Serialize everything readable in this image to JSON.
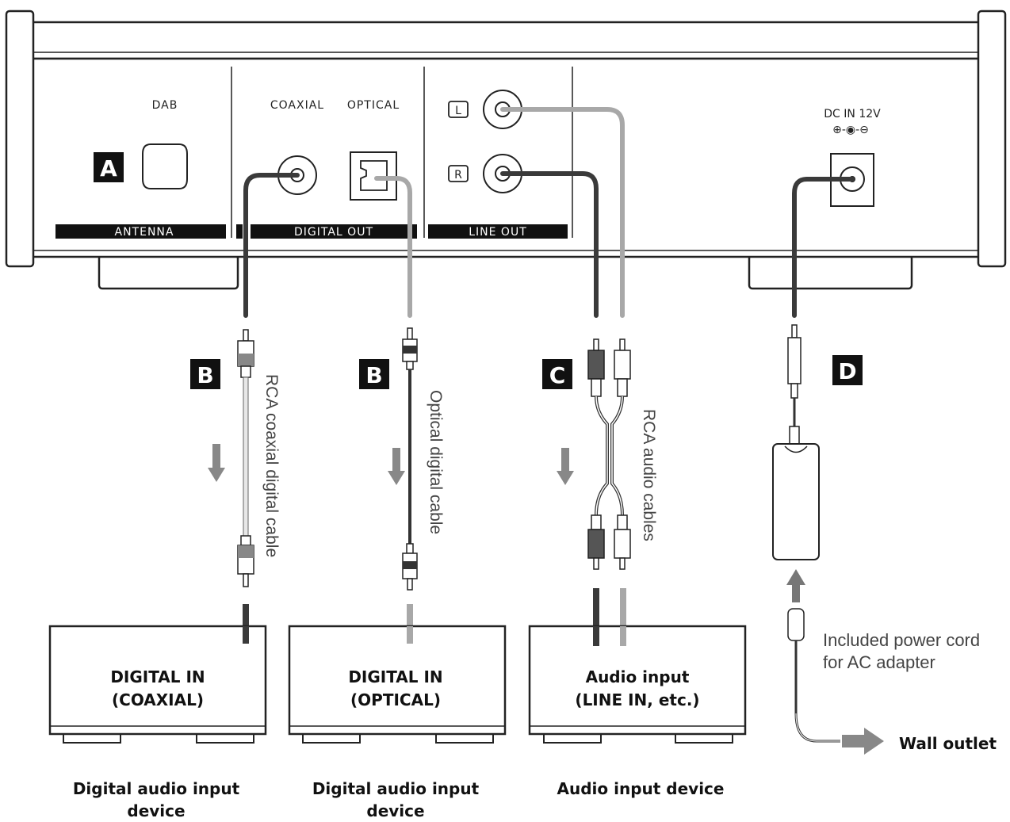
{
  "rear_panel": {
    "dab_label": "DAB",
    "coaxial_label": "COAXIAL",
    "optical_label": "OPTICAL",
    "left_channel": "L",
    "right_channel": "R",
    "dc_in_label": "DC IN 12V",
    "dc_polarity": "⊕-◉-⊖",
    "sections": {
      "antenna": "ANTENNA",
      "digital_out": "DIGITAL OUT",
      "line_out": "LINE OUT"
    }
  },
  "badges": {
    "a": "A",
    "b1": "B",
    "b2": "B",
    "c": "C",
    "d": "D"
  },
  "cables": {
    "coaxial": "RCA coaxial digital cable",
    "optical": "Optical digital cable",
    "rca": "RCA audio cables"
  },
  "devices": [
    {
      "line1": "DIGITAL IN",
      "line2": "(COAXIAL)",
      "caption1": "Digital audio input",
      "caption2": "device"
    },
    {
      "line1": "DIGITAL IN",
      "line2": "(OPTICAL)",
      "caption1": "Digital audio input",
      "caption2": "device"
    },
    {
      "line1": "Audio input",
      "line2": "(LINE IN, etc.)",
      "caption1": "Audio input device",
      "caption2": ""
    }
  ],
  "power": {
    "note_line1": "Included power cord",
    "note_line2": "for AC adapter",
    "wall_outlet": "Wall outlet"
  }
}
